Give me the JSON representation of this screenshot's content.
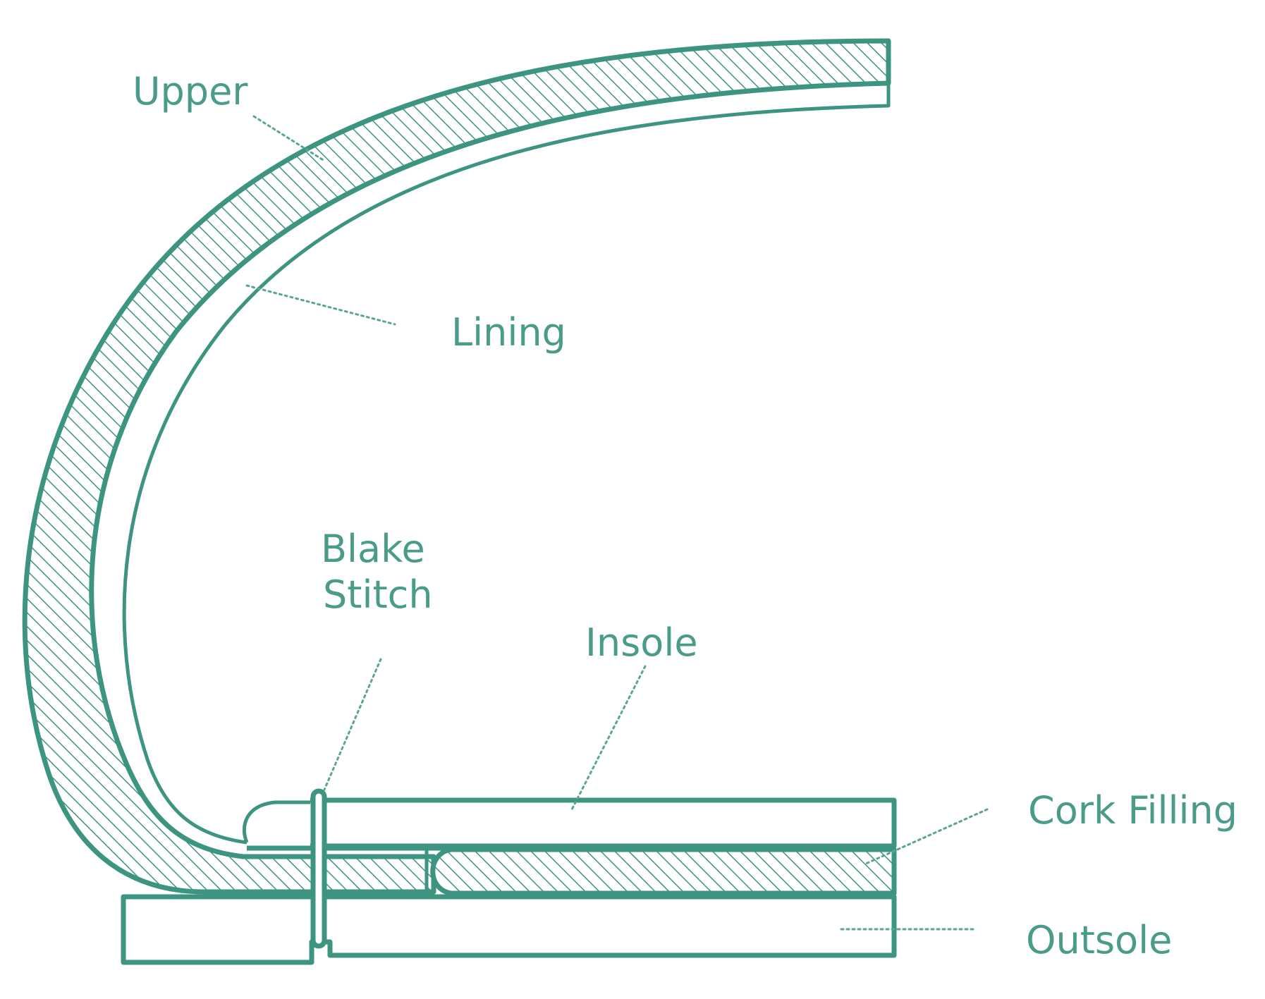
{
  "labels": {
    "upper": "Upper",
    "lining": "Lining",
    "blake_stitch_line1": "Blake",
    "blake_stitch_line2": "Stitch",
    "insole": "Insole",
    "cork_filling": "Cork Filling",
    "outsole": "Outsole"
  },
  "colors": {
    "line": "#3d9480",
    "text": "#4a9c88",
    "background": "#ffffff"
  }
}
